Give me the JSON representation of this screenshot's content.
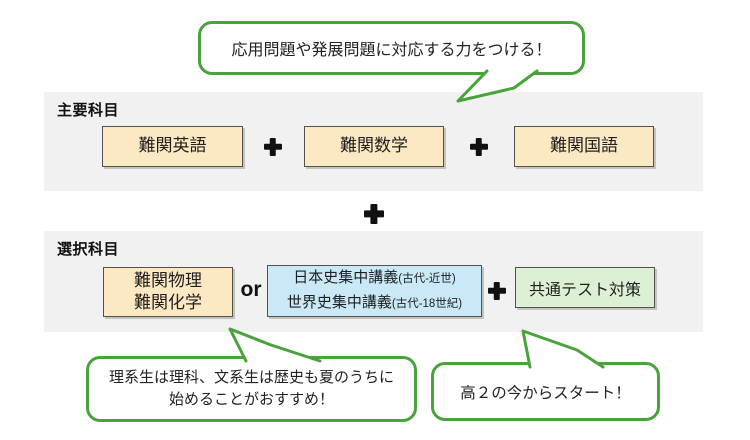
{
  "palette": {
    "bubble_green": "#4aa23c",
    "section_gray": "#f1f1f1",
    "box_orange": "#fce8c2",
    "box_blue": "#c9e9f8",
    "box_green": "#dcf0d4",
    "plus_black": "#111111"
  },
  "callouts": {
    "top": "応用問題や発展問題に対応する力をつける！",
    "bottom_left_line1": "理系生は理科、文系生は歴史も夏のうちに",
    "bottom_left_line2": "始めることがおすすめ！",
    "bottom_right": "高２の今からスタート！"
  },
  "main_section": {
    "label": "主要科目",
    "subjects": [
      "難関英語",
      "難関数学",
      "難関国語"
    ]
  },
  "elective_section": {
    "label": "選択科目",
    "science_box": {
      "line1": "難関物理",
      "line2": "難関化学"
    },
    "or_label": "or",
    "history_box": {
      "row1_main": "日本史集中講義",
      "row1_note": "(古代-近世)",
      "row2_main": "世界史集中講義",
      "row2_note": "(古代-18世紀)"
    },
    "common_test_box": "共通テスト対策"
  }
}
